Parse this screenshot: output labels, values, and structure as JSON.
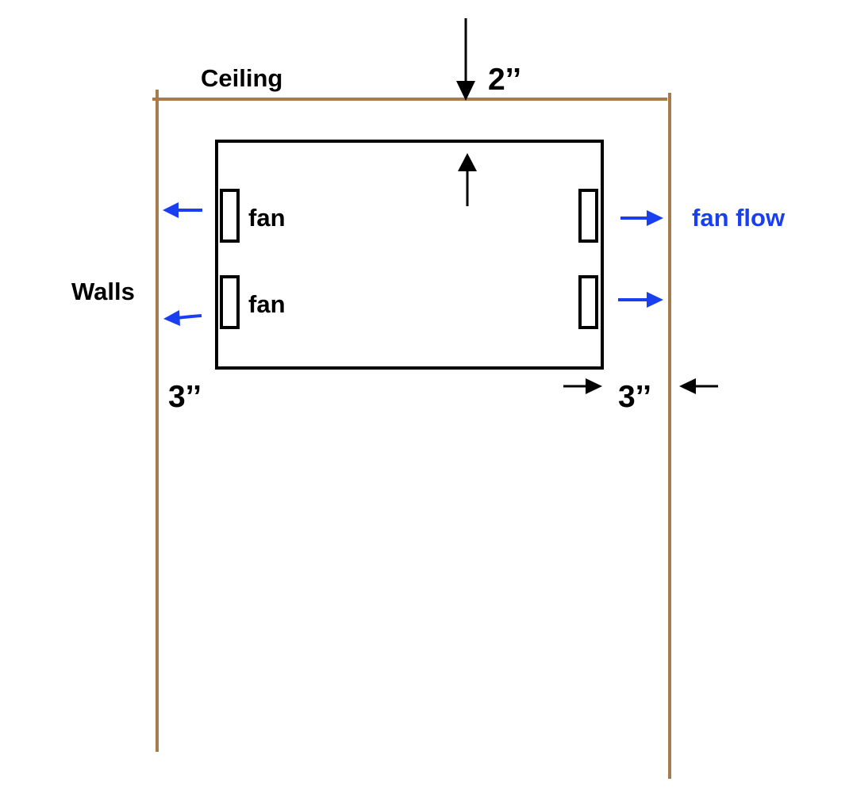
{
  "labels": {
    "ceiling": "Ceiling",
    "walls": "Walls",
    "fan_top": "fan",
    "fan_bottom": "fan",
    "fan_flow": "fan flow",
    "top_clearance": "2’’",
    "left_clearance": "3’’",
    "right_clearance": "3’’"
  },
  "colors": {
    "wall": "#a67c4e",
    "outline": "#000000",
    "flow": "#1a3ff0",
    "text": "#000000"
  }
}
